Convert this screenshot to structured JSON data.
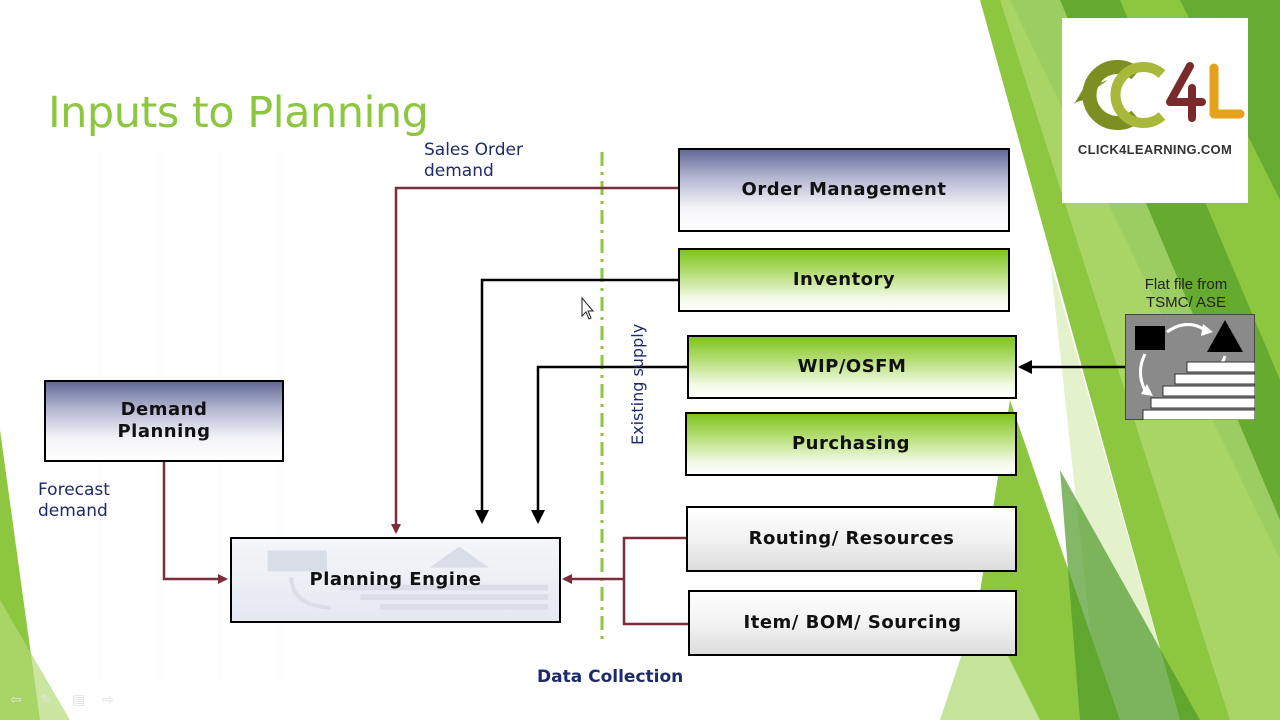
{
  "slide": {
    "title": "Inputs to Planning"
  },
  "boxes": {
    "order_management": "Order Management",
    "inventory": "Inventory",
    "wip_osfm": "WIP/OSFM",
    "purchasing": "Purchasing",
    "routing_resources": "Routing/ Resources",
    "item_bom_sourcing": "Item/ BOM/ Sourcing",
    "demand_planning_line1": "Demand",
    "demand_planning_line2": "Planning",
    "planning_engine": "Planning Engine"
  },
  "annotations": {
    "sales_order_line1": "Sales Order",
    "sales_order_line2": "demand",
    "forecast_line1": "Forecast",
    "forecast_line2": "demand",
    "existing_supply": "Existing supply",
    "flat_file_line1": "Flat file from",
    "flat_file_line2": "TSMC/ ASE",
    "data_collection": "Data Collection"
  },
  "logo": {
    "mark": "C4L",
    "site": "CLICK4LEARNING.COM"
  },
  "colors": {
    "title": "#8dc63f",
    "accent_green": "#7fc31e",
    "connector_maroon": "#7b2d3a",
    "connector_black": "#000000",
    "annotation_navy": "#1f2a6b",
    "divider_green": "#8dc63f"
  }
}
